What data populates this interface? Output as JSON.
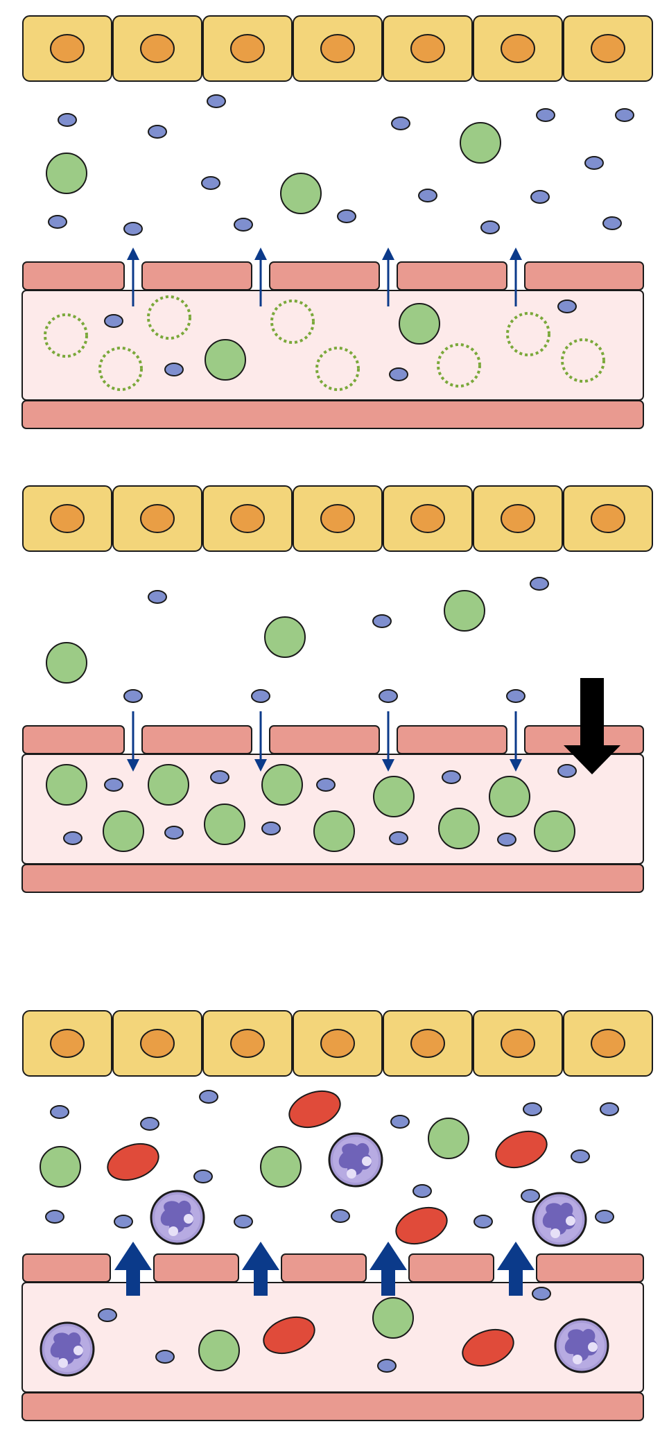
{
  "figure": {
    "description_text": "",
    "colors": {
      "epithelial_cell": "#f3d57a",
      "nucleus": "#e99e45",
      "endothelium": "#e99a90",
      "vessel_lumen": "#fdeaea",
      "small_molecule": "#7f8fcf",
      "protein": "#9ccb86",
      "protein_outline_dotted": "#7aa83a",
      "red_blood_cell": "#e04b3a",
      "white_blood_cell": "#a79bd6",
      "flow_arrow": "#0b3a8a",
      "large_arrow": "#000000",
      "outline": "#1a1a1a"
    },
    "panels": [
      {
        "id": "panel-1-outward-leak",
        "epithelial_cell_count": 7,
        "vessel_gap_arrows": 4,
        "arrow_direction": "up",
        "arrow_style": "thin",
        "has_dotted_proteins": true,
        "has_blood_cells": false
      },
      {
        "id": "panel-2-inward-reabsorption",
        "epithelial_cell_count": 7,
        "vessel_gap_arrows": 4,
        "arrow_direction": "down",
        "arrow_style": "thin",
        "has_large_black_arrow": true,
        "has_dotted_proteins": false,
        "has_blood_cells": false
      },
      {
        "id": "panel-3-inflammatory-leak",
        "epithelial_cell_count": 7,
        "vessel_gap_arrows": 4,
        "arrow_direction": "up",
        "arrow_style": "bold",
        "has_dotted_proteins": false,
        "has_blood_cells": true
      }
    ]
  }
}
